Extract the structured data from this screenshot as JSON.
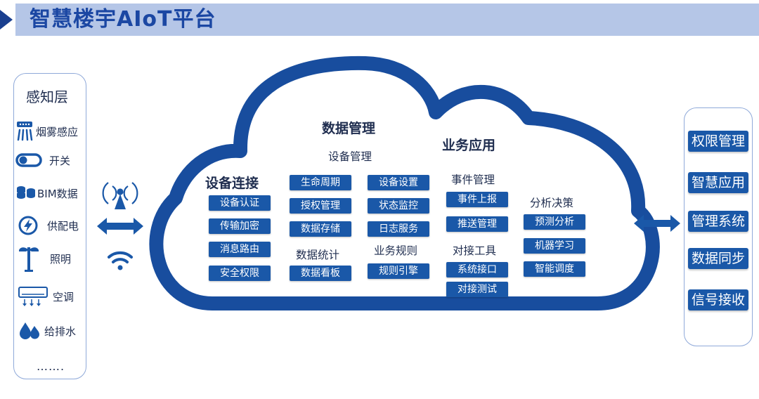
{
  "header": {
    "title": "智慧楼宇AIoT平台"
  },
  "perception": {
    "title": "感知层",
    "items": [
      {
        "label": "烟雾感应",
        "icon": "smoke-sensor-icon"
      },
      {
        "label": "开关",
        "icon": "switch-toggle-icon"
      },
      {
        "label": "BIM数据",
        "icon": "bim-data-icon"
      },
      {
        "label": "供配电",
        "icon": "power-bolt-icon"
      },
      {
        "label": "照明",
        "icon": "street-lamp-icon"
      },
      {
        "label": "空调",
        "icon": "air-conditioner-icon"
      },
      {
        "label": "给排水",
        "icon": "water-drops-icon"
      }
    ],
    "more": "……."
  },
  "cloud": {
    "device_connect": {
      "title": "设备连接",
      "items": [
        "设备认证",
        "传输加密",
        "消息路由",
        "安全权限"
      ]
    },
    "data_management": {
      "title": "数据管理",
      "device_mgmt": {
        "title": "设备管理",
        "col1": [
          "生命周期",
          "授权管理",
          "数据存储"
        ],
        "col2": [
          "设备设置",
          "状态监控",
          "日志服务"
        ]
      },
      "data_stats": {
        "title": "数据统计",
        "items": [
          "数据看板"
        ]
      },
      "biz_rules": {
        "title": "业务规则",
        "items": [
          "规则引擎"
        ]
      }
    },
    "business_app": {
      "title": "业务应用",
      "event_mgmt": {
        "title": "事件管理",
        "items": [
          "事件上报",
          "推送管理"
        ]
      },
      "integration": {
        "title": "对接工具",
        "items": [
          "系统接口",
          "对接测试"
        ]
      },
      "analysis": {
        "title": "分析决策",
        "items": [
          "预测分析",
          "机器学习",
          "智能调度"
        ]
      }
    }
  },
  "right_panel": {
    "items": [
      "权限管理",
      "智慧应用",
      "管理系统",
      "数据同步",
      "信号接收"
    ]
  },
  "colors": {
    "accent": "#1a58a8",
    "cloud_border": "#184d9e",
    "header_bg": "#b5c6e7"
  }
}
